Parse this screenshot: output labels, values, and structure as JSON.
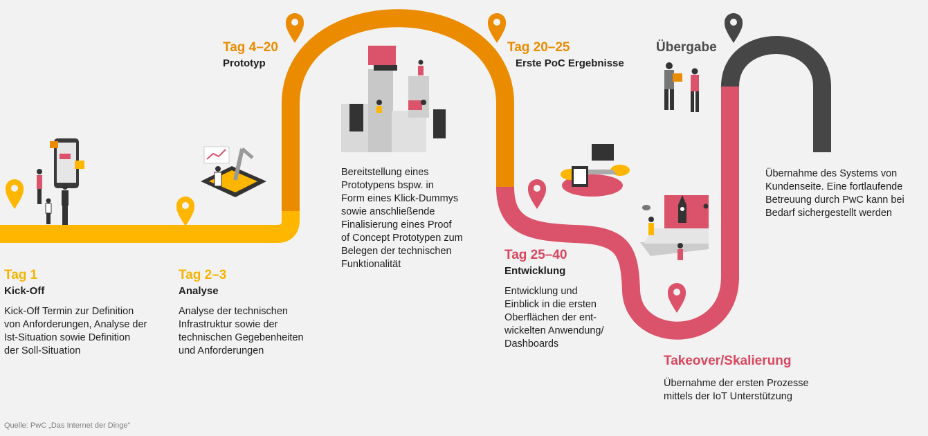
{
  "colors": {
    "yellow": "#ffb600",
    "orange": "#eb8c00",
    "pink": "#db536a",
    "dark": "#464646"
  },
  "stages": {
    "kickoff": {
      "title": "Tag 1",
      "subtitle": "Kick-Off",
      "description": "Kick-Off Termin zur Definition\nvon Anforderungen, Analyse der\nIst-Situation sowie Definition\nder Soll-Situation"
    },
    "analyse": {
      "title": "Tag 2–3",
      "subtitle": "Analyse",
      "description": "Analyse der technischen\nInfrastruktur sowie der\ntechnischen Gegebenheiten\nund Anforderungen"
    },
    "prototyp": {
      "title": "Tag 4–20",
      "subtitle": "Prototyp",
      "description": "Bereitstellung eines\nPrototypens bspw. in\nForm eines Klick-Dummys\nsowie anschließende\nFinalisierung eines Proof\nof Concept Prototypen zum\nBelegen der technischen\nFunktionalität"
    },
    "poc": {
      "title": "Tag 20–25",
      "subtitle": "Erste PoC Ergebnisse"
    },
    "entwicklung": {
      "title": "Tag 25–40",
      "subtitle": "Entwicklung",
      "description": "Entwicklung und\nEinblick in die ersten\nOberflächen der ent-\nwickelten Anwendung/\nDashboards"
    },
    "takeover": {
      "title": "Takeover/Skalierung",
      "description": "Übernahme der ersten Prozesse\nmittels der IoT Unterstützung"
    },
    "uebergabe": {
      "title": "Übergabe",
      "description": "Übernahme des Systems von\nKundenseite. Eine fortlaufende\nBetreuung durch PwC kann bei\nBedarf sichergestellt werden"
    }
  },
  "source": "Quelle: PwC „Das Internet der Dinge“"
}
